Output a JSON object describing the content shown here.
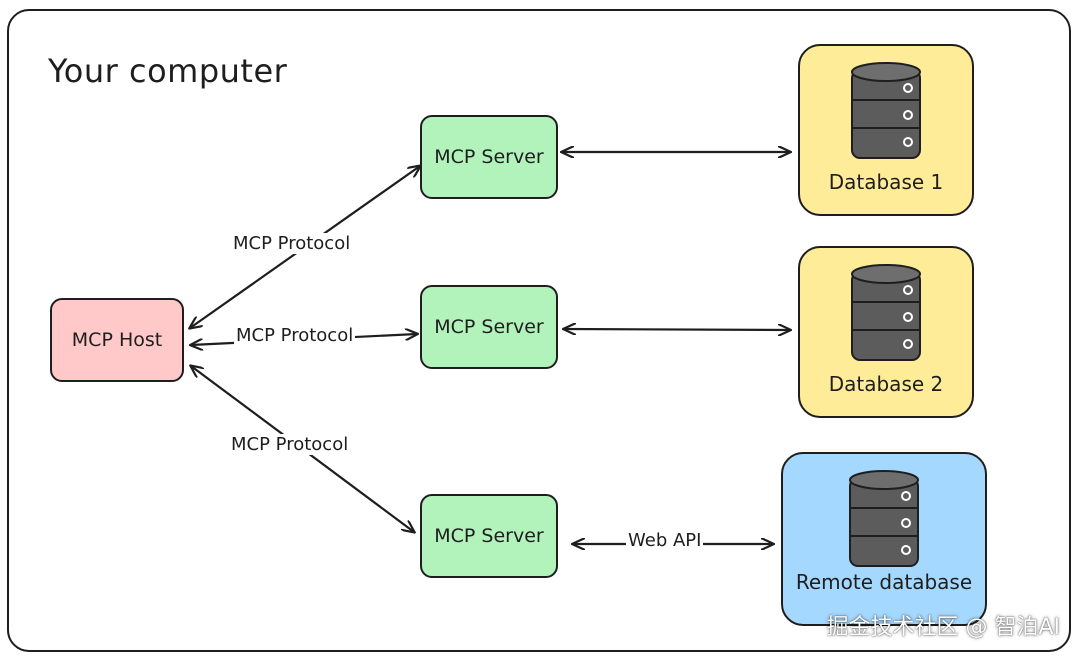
{
  "title": "Your computer",
  "host": {
    "label": "MCP Host"
  },
  "servers": [
    {
      "label": "MCP Server"
    },
    {
      "label": "MCP Server"
    },
    {
      "label": "MCP Server"
    }
  ],
  "databases": [
    {
      "label": "Database 1",
      "color": "#ffec99"
    },
    {
      "label": "Database 2",
      "color": "#ffec99"
    },
    {
      "label": "Remote database",
      "color": "#a5d8ff"
    }
  ],
  "edges": {
    "protocol_top": "MCP Protocol",
    "protocol_middle": "MCP Protocol",
    "protocol_bottom": "MCP Protocol",
    "web_api": "Web API"
  },
  "watermark": "掘金技术社区 @ 智泊AI",
  "colors": {
    "host": "#ffc9c9",
    "server": "#b2f2bb",
    "database_icon": "#5c5c5c"
  }
}
